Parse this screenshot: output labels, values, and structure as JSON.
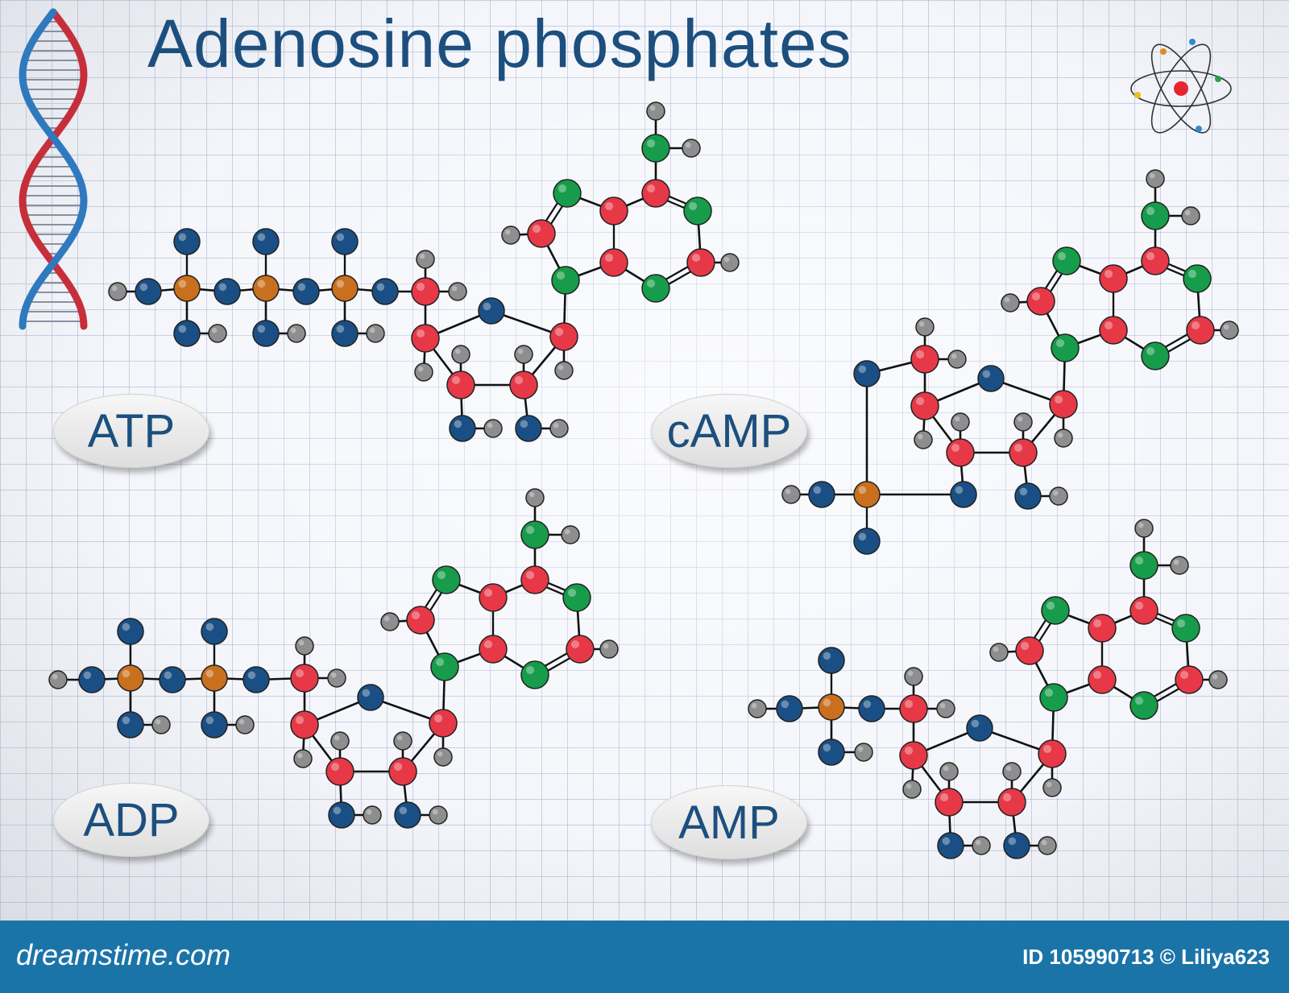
{
  "title": "Adenosine phosphates",
  "labels": {
    "atp": "ATP",
    "camp": "cAMP",
    "adp": "ADP",
    "amp": "AMP"
  },
  "footer": {
    "brand": "dreamstime.com",
    "id_text": "ID 105990713 © Liliya623"
  },
  "colors": {
    "title": "#1c4f7e",
    "carbon": "#e63846",
    "nitrogen": "#169c4a",
    "oxygen": "#1a4f85",
    "phosphorus": "#c9701e",
    "hydrogen": "#8e8e8e",
    "footer": "#1b74a8",
    "dna_strand_a": "#c62f3a",
    "dna_strand_b": "#2f79bf"
  },
  "icons": [
    "dna-helix-icon",
    "atom-icon"
  ]
}
